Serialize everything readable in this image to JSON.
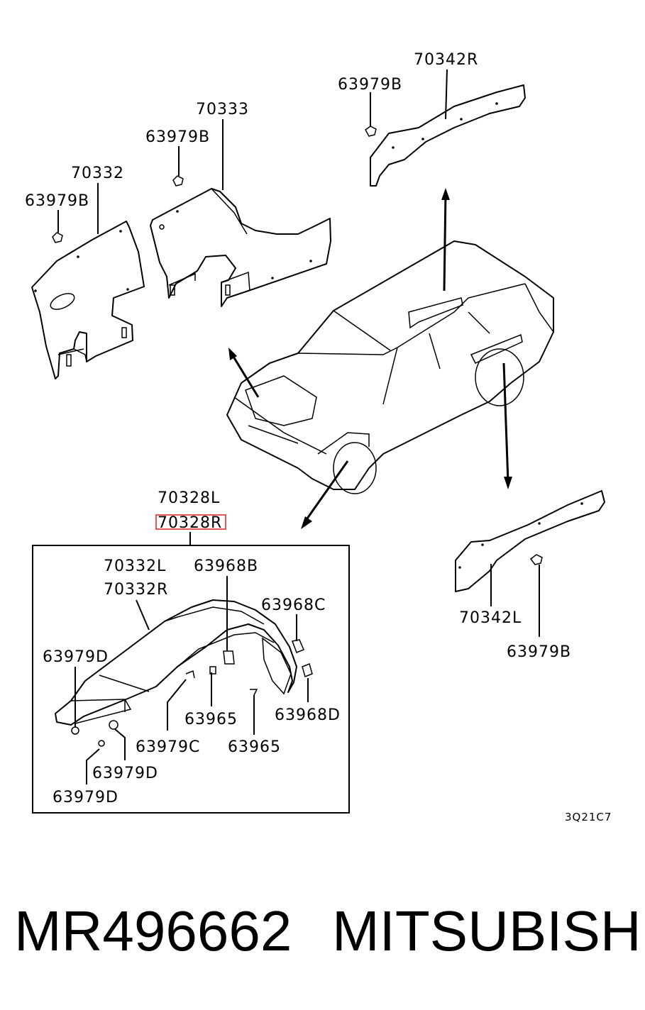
{
  "diagram": {
    "labels": {
      "p70342R": "70342R",
      "p63979B_a": "63979B",
      "p70333": "70333",
      "p63979B_b": "63979B",
      "p70332": "70332",
      "p63979B_c": "63979B",
      "p70328L": "70328L",
      "p70328R": "70328R",
      "p70332L": "70332L",
      "p70332R": "70332R",
      "p63968B": "63968B",
      "p63968C": "63968C",
      "p63979D_a": "63979D",
      "p63965_a": "63965",
      "p63968D": "63968D",
      "p63979C": "63979C",
      "p63965_b": "63965",
      "p63979D_b": "63979D",
      "p63979D_c": "63979D",
      "p70342L": "70342L",
      "p63979B_d": "63979B"
    },
    "diagram_code": "3Q21C7",
    "highlighted_part": "70328R"
  },
  "footer": {
    "part_number": "MR496662",
    "brand": "MITSUBISHI"
  }
}
